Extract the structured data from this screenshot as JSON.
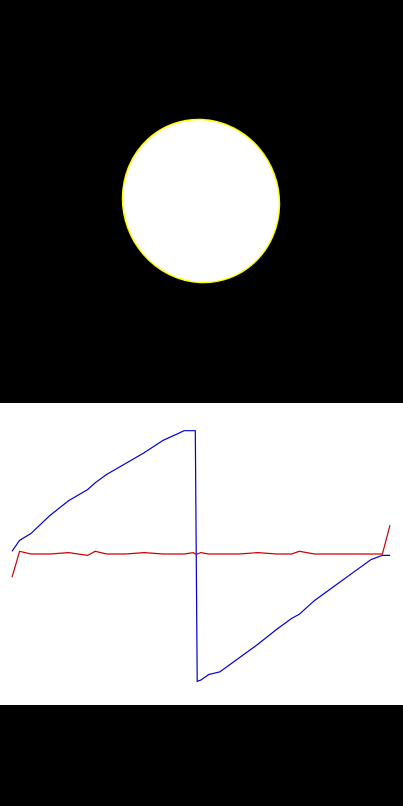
{
  "shape": {
    "fill_color": "#FFFFFF",
    "outline_color": "#FFFF00",
    "background_color": "#000000"
  },
  "chart_data": {
    "type": "line",
    "title": "",
    "xlabel": "",
    "ylabel": "",
    "grid": false,
    "legend": "none",
    "background_color": "#FFFFFF",
    "xlim": [
      0,
      1
    ],
    "ylim": [
      -1,
      1
    ],
    "x": [
      0,
      0.02,
      0.05,
      0.1,
      0.15,
      0.2,
      0.22,
      0.25,
      0.3,
      0.35,
      0.4,
      0.44,
      0.455,
      0.48,
      0.485,
      0.49,
      0.5,
      0.52,
      0.55,
      0.6,
      0.65,
      0.7,
      0.74,
      0.76,
      0.8,
      0.85,
      0.9,
      0.95,
      0.98,
      1.0
    ],
    "series": [
      {
        "color": "#0000CC",
        "values": [
          0.02,
          0.1,
          0.15,
          0.28,
          0.39,
          0.47,
          0.52,
          0.58,
          0.66,
          0.74,
          0.83,
          0.88,
          0.9,
          0.9,
          0.9,
          -0.93,
          -0.92,
          -0.88,
          -0.86,
          -0.76,
          -0.66,
          -0.55,
          -0.47,
          -0.44,
          -0.34,
          -0.24,
          -0.14,
          -0.04,
          -0.01,
          -0.01
        ]
      },
      {
        "color": "#CC0000",
        "values": [
          -0.17,
          0.02,
          0.0,
          0.0,
          0.01,
          -0.01,
          0.02,
          0.0,
          0.0,
          0.01,
          0.0,
          0.0,
          0.0,
          0.01,
          0.0,
          0.0,
          0.01,
          0.0,
          0.0,
          0.0,
          0.01,
          0.0,
          0.0,
          0.02,
          0.0,
          0.0,
          0.0,
          0.0,
          0.0,
          0.21
        ]
      }
    ]
  }
}
